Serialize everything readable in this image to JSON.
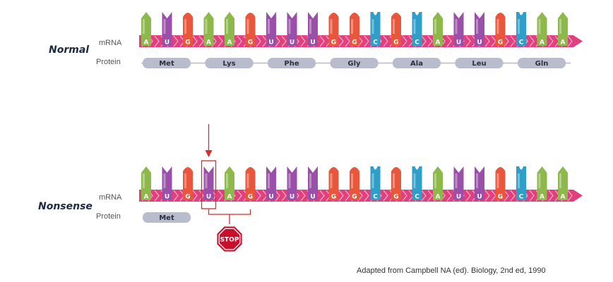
{
  "colors": {
    "A": "#8db84a",
    "U": "#9a4fa8",
    "G": "#e8573b",
    "C": "#2f9ec9",
    "ribbon": "#e0417e",
    "ribbon_light": "#f4a9c6",
    "protein_box": "#b9bccd",
    "marker": "#d42e2e",
    "stop_sign": "#c8102e"
  },
  "normal": {
    "title": "Normal",
    "mrna_label": "mRNA",
    "protein_label": "Protein",
    "sequence": [
      "A",
      "U",
      "G",
      "A",
      "A",
      "G",
      "U",
      "U",
      "U",
      "G",
      "G",
      "C",
      "G",
      "C",
      "A",
      "U",
      "U",
      "G",
      "C",
      "A",
      "A"
    ],
    "amino_acids": [
      "Met",
      "Lys",
      "Phe",
      "Gly",
      "Ala",
      "Leu",
      "Gln"
    ]
  },
  "nonsense": {
    "title": "Nonsense",
    "mrna_label": "mRNA",
    "protein_label": "Protein",
    "sequence": [
      "A",
      "U",
      "G",
      "U",
      "A",
      "G",
      "U",
      "U",
      "U",
      "G",
      "G",
      "C",
      "G",
      "C",
      "A",
      "U",
      "U",
      "G",
      "C",
      "A",
      "A"
    ],
    "amino_acids": [
      "Met"
    ],
    "mutated_index": 3,
    "stop_text": "STOP"
  },
  "credit": "Adapted from Campbell NA (ed).  Biology, 2nd ed, 1990"
}
